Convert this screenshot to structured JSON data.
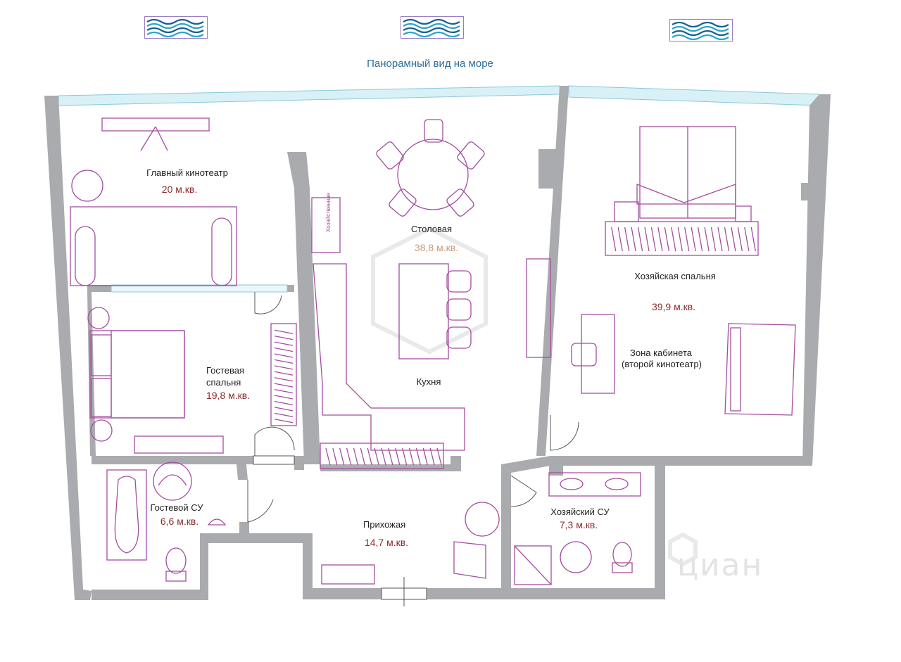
{
  "caption": {
    "sea_view": "Панорамный вид на море"
  },
  "icons": {
    "wave": "sea-wave-icon"
  },
  "colors": {
    "wall": "#a9abae",
    "furniture": "#a44da0",
    "area_text": "#8b2c2c",
    "caption": "#2f6f9a",
    "glass": "#d8f1f7"
  },
  "rooms": {
    "home_theater": {
      "name": "Главный кинотеатр",
      "area": "20 м.кв."
    },
    "dining": {
      "name": "Столовая",
      "area": "38,8 м.кв."
    },
    "kitchen": {
      "name": "Кухня"
    },
    "master_bedroom": {
      "name": "Хозяйская спальня",
      "area": "39,9 м.кв."
    },
    "study_zone": {
      "name_line1": "Зона кабинета",
      "name_line2": "(второй кинотеатр)"
    },
    "guest_bedroom": {
      "name_line1": "Гостевая",
      "name_line2": "спальня",
      "area": "19,8 м.кв."
    },
    "guest_bath": {
      "name": "Гостевой СУ",
      "area": "6,6 м.кв."
    },
    "hallway": {
      "name": "Прихожая",
      "area": "14,7 м.кв."
    },
    "master_bath": {
      "name": "Хозяйский СУ",
      "area": "7,3 м.кв."
    }
  },
  "furniture": {
    "storage": "Хозяйственная"
  },
  "watermark": {
    "brand": "циан"
  }
}
